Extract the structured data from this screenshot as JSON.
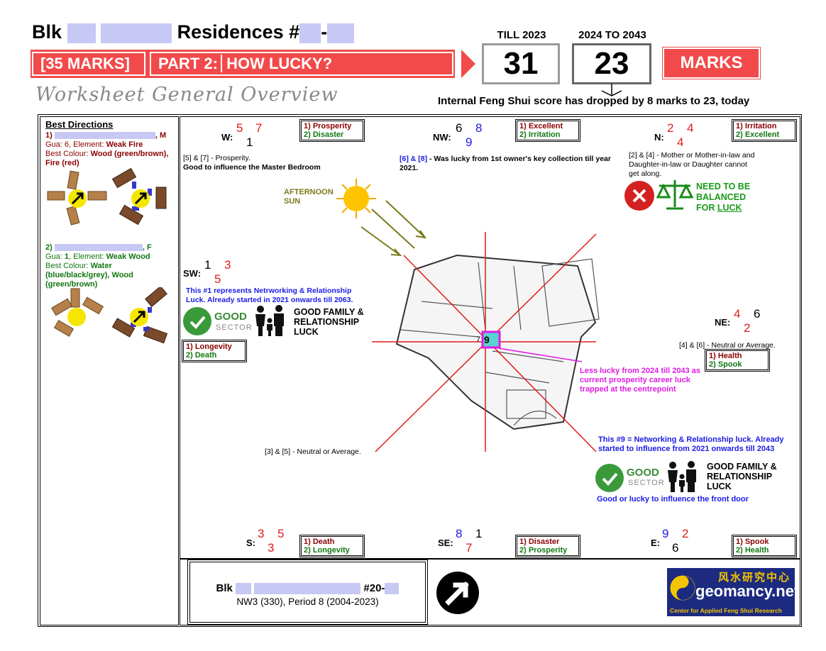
{
  "header": {
    "title_prefix": "Blk",
    "title_middle": "Residences #",
    "title_dash": "-",
    "marks_tag": "[35 MARKS]",
    "part_label": "PART 2:",
    "part_title": "HOW LUCKY?",
    "score_till_label": "TILL 2023",
    "score_till_value": "31",
    "score_period_label": "2024 TO 2043",
    "score_period_value": "23",
    "marks_label": "MARKS",
    "worksheet_title": "Worksheet General Overview",
    "drop_note": "Internal Feng Shui score has dropped by 8 marks to 23, today"
  },
  "best_directions": {
    "heading": "Best Directions",
    "person1": {
      "index": "1)",
      "suffix": ", M",
      "gua_prefix": "Gua: 6, Element: ",
      "element": "Weak Fire",
      "colour_prefix": "Best Colour: ",
      "colour": "Wood (green/brown), Fire (red)"
    },
    "person2": {
      "index": "2)",
      "suffix": ", F",
      "gua_prefix": "Gua: ",
      "gua": "1",
      "element_prefix": ", Element: ",
      "element": "Weak Wood",
      "colour_prefix": "Best Colour: ",
      "colour": "Water (blue/black/grey), Wood (green/brown)"
    }
  },
  "sectors": {
    "W": {
      "label": "W:",
      "n1": "5",
      "n2": "7",
      "n3": "1",
      "line1": "1) Prosperity",
      "line2": "2) Disaster"
    },
    "NW": {
      "label": "NW:",
      "n1": "6",
      "n2": "8",
      "n3": "9",
      "line1": "1) Excellent",
      "line2": "2) Irritation"
    },
    "N": {
      "label": "N:",
      "n1": "2",
      "n2": "4",
      "n3": "4",
      "line1": "1) Irritation",
      "line2": "2) Excellent"
    },
    "SW": {
      "label": "SW:",
      "n1": "1",
      "n2": "3",
      "n3": "5",
      "line1": "1) Longevity",
      "line2": "2) Death"
    },
    "NE": {
      "label": "NE:",
      "n1": "4",
      "n2": "6",
      "n3": "2",
      "line1": "1) Health",
      "line2": "2) Spook"
    },
    "S": {
      "label": "S:",
      "n1": "3",
      "n2": "5",
      "n3": "3",
      "line1": "1) Death",
      "line2": "2) Longevity"
    },
    "SE": {
      "label": "SE:",
      "n1": "8",
      "n2": "1",
      "n3": "7",
      "line1": "1) Disaster",
      "line2": "2) Prosperity"
    },
    "E": {
      "label": "E:",
      "n1": "9",
      "n2": "2",
      "n3": "6",
      "line1": "1) Spook",
      "line2": "2) Health"
    }
  },
  "notes": {
    "w_note_a": "[5] & [7] - Prosperity.",
    "w_note_b": "Good to influence the Master Bedroom",
    "nw_note_a": "[6] & [8]",
    "nw_note_b": " -  Was lucky from 1st owner's key collection till year 2021.",
    "n_note": "[2] & [4] - Mother or Mother-in-law and Daughter-in-law or Daughter cannot get along.",
    "need_balanced_1": "NEED TO BE",
    "need_balanced_2": "BALANCED",
    "need_balanced_3": "FOR ",
    "need_balanced_luck": "LUCK",
    "afternoon_1": "AFTERNOON",
    "afternoon_2": "SUN",
    "sw_note": "This #1 represents Netrworking & Relationship Luck. Already started in 2021 onwards till 2063.",
    "good": "GOOD",
    "sector": "SECTOR",
    "family_1": "GOOD FAMILY &",
    "family_2": "RELATIONSHIP",
    "family_3": "LUCK",
    "ne_note": "[4] & [6] - Neutral or Average.",
    "center_note": "Less lucky from 2024 till 2043 as current prosperity career luck trapped at the centrepoint",
    "center_number": "9",
    "center_side": "7",
    "s_note": "[3] & [5] - Neutral or Average.",
    "se_note": "This #9 = Networking & Relationship luck. Already started to influence from 2021 onwards till 2043",
    "front_door_note": "Good or lucky to influence the front door"
  },
  "footer": {
    "blk_prefix": "Blk",
    "unit": "#20-",
    "facing": "NW3 (330), Period 8 (2004-2023)",
    "logo_cn": "风水研究中心",
    "logo_name": "geomancy.net",
    "logo_sub": "Center for Applied Feng Shui Research"
  },
  "colors": {
    "accent_red": "#f24a4a",
    "dark_red": "#8b0000",
    "dark_green": "#117711",
    "blue": "#1b1be6",
    "magenta": "#e01be6"
  }
}
